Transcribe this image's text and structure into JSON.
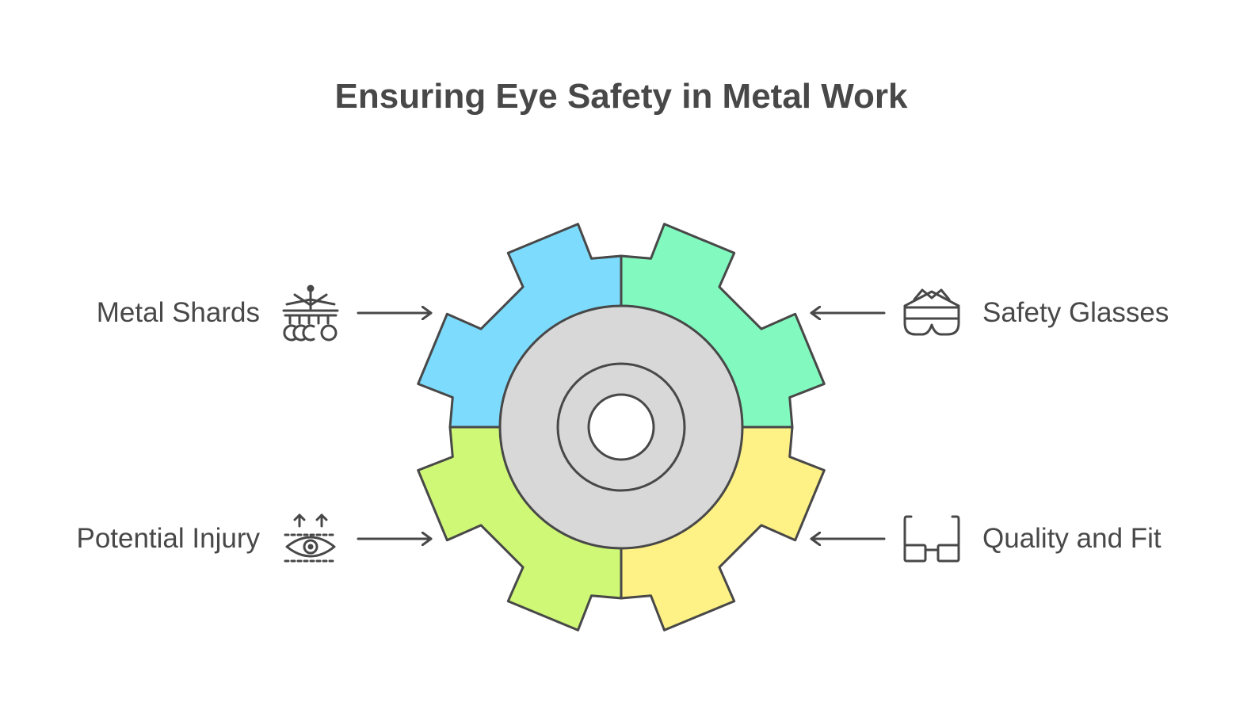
{
  "title": "Ensuring Eye Safety in Metal Work",
  "items": [
    {
      "label": "Metal Shards",
      "icon": "metal-shards-icon",
      "position": "top-left",
      "color": "#7ddcfe"
    },
    {
      "label": "Safety Glasses",
      "icon": "safety-goggles-icon",
      "position": "top-right",
      "color": "#82fabf"
    },
    {
      "label": "Potential Injury",
      "icon": "eye-injury-icon",
      "position": "bottom-left",
      "color": "#cff877"
    },
    {
      "label": "Quality and Fit",
      "icon": "glasses-frame-icon",
      "position": "bottom-right",
      "color": "#fef185"
    }
  ],
  "colors": {
    "stroke": "#484848",
    "hub": "#d8d8d8",
    "text": "#484848"
  }
}
